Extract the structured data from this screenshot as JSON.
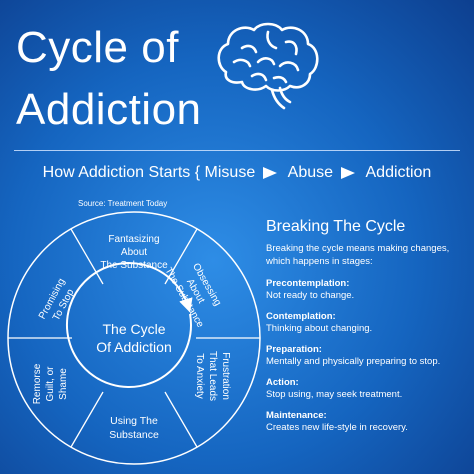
{
  "title_line1": "Cycle of",
  "title_line2": "Addiction",
  "progression": {
    "lead": "How Addiction Starts {",
    "steps": [
      "Misuse",
      "Abuse",
      "Addiction"
    ]
  },
  "source": "Source: Treatment Today",
  "cycle": {
    "center": [
      "The Cycle",
      "Of Addiction"
    ],
    "segments": [
      {
        "lines": [
          "Fantasizing",
          "About",
          "The Substance"
        ]
      },
      {
        "lines": [
          "Obsessing",
          "About",
          "The Substance"
        ]
      },
      {
        "lines": [
          "Frustration",
          "That Leads",
          "To Anxiety"
        ]
      },
      {
        "lines": [
          "Using The",
          "Substance"
        ]
      },
      {
        "lines": [
          "Remorse",
          "Guilt, or",
          "Shame"
        ]
      },
      {
        "lines": [
          "Promising",
          "To Stop"
        ]
      }
    ]
  },
  "breaking": {
    "title": "Breaking The Cycle",
    "intro": "Breaking the cycle means making changes, which happens in stages:",
    "stages": [
      {
        "name": "Precontemplation:",
        "desc": "Not ready to change."
      },
      {
        "name": "Contemplation:",
        "desc": "Thinking about changing."
      },
      {
        "name": "Preparation:",
        "desc": "Mentally and physically preparing to stop."
      },
      {
        "name": "Action:",
        "desc": "Stop using, may seek treatment."
      },
      {
        "name": "Maintenance:",
        "desc": "Creates new life-style in recovery."
      }
    ]
  },
  "icons": {
    "brain": "brain-icon"
  },
  "colors": {
    "background": "#1565c0",
    "text": "#ffffff"
  }
}
